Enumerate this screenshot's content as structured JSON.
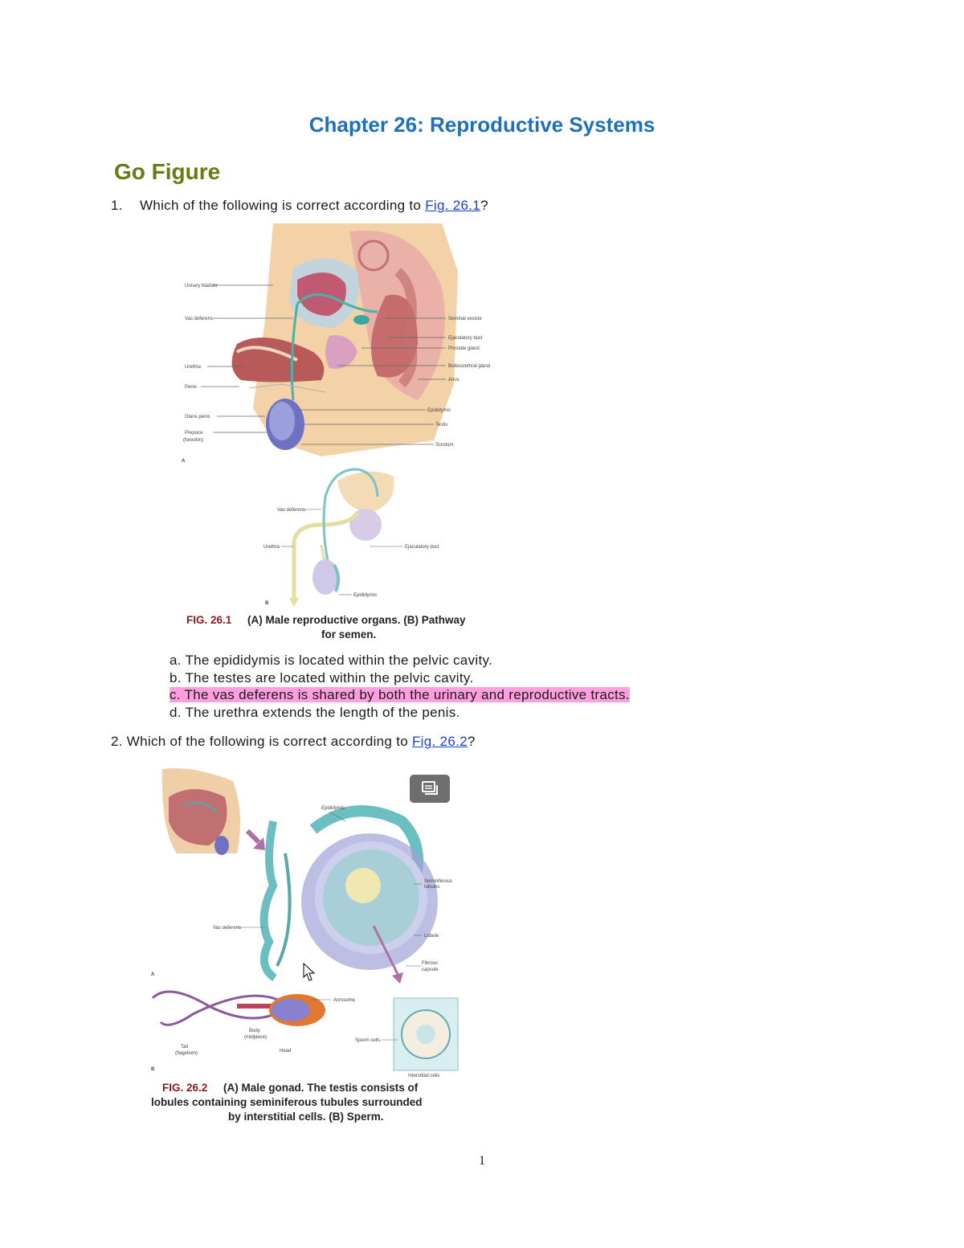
{
  "chapter_title": "Chapter 26: Reproductive Systems",
  "section_title": "Go Figure",
  "q1": {
    "number": "1.",
    "text": "Which of the following is correct according to ",
    "link": "Fig. 26.1",
    "end": "?",
    "figure": {
      "labels_left": [
        "Urinary bladder",
        "Vas deferens",
        "Urethra",
        "Penis",
        "Glans penis",
        "Prepuce",
        "(foreskin)"
      ],
      "labels_right": [
        "Seminal vesicle",
        "Ejaculatory duct",
        "Prostate gland",
        "Bulbourethral gland",
        "Anus",
        "Epididymis",
        "Testis",
        "Scrotum"
      ],
      "panel_a": "A",
      "panel_b": "B",
      "labels_b": [
        "Vas deferens",
        "Urethra",
        "Ejaculatory duct",
        "Epididymis"
      ],
      "caption_label": "FIG. 26.1",
      "caption_line1": "(A) Male reproductive organs. (B) Pathway",
      "caption_line2": "for semen."
    },
    "options": [
      "a. The epididymis is located within the pelvic cavity.",
      "b. The testes are located within the pelvic cavity.",
      "c. The vas deferens is shared by both the urinary and reproductive tracts.",
      "d. The urethra extends the length of the penis."
    ],
    "highlighted_option_index": 2
  },
  "q2": {
    "text": "2. Which of the following is correct according to ",
    "link": "Fig. 26.2",
    "end": "?",
    "figure": {
      "labels": [
        "Epididymis",
        "Seminiferous",
        "tubules",
        "Vas deferens",
        "Lobule",
        "Fibrous",
        "capsule",
        "Acrosome",
        "Body",
        "(midpiece)",
        "Tail",
        "(flagellum)",
        "Head",
        "Sperm cells",
        "Interstitial cells"
      ],
      "panel_a": "A",
      "panel_b": "B",
      "caption_label": "FIG. 26.2",
      "caption_line1": "(A) Male gonad. The testis consists of",
      "caption_line2": "lobules containing seminiferous tubules surrounded",
      "caption_line3": "by interstitial cells. (B) Sperm."
    }
  },
  "page_number": "1",
  "colors": {
    "chapter_title": "#1f6fbf",
    "section_title": "#6b7a12",
    "link": "#1a3fd6",
    "highlight": "#ff9fe0",
    "caption_fig": "#8b1a1a"
  },
  "icons": [
    "media-viewer-icon",
    "mouse-cursor-icon"
  ]
}
